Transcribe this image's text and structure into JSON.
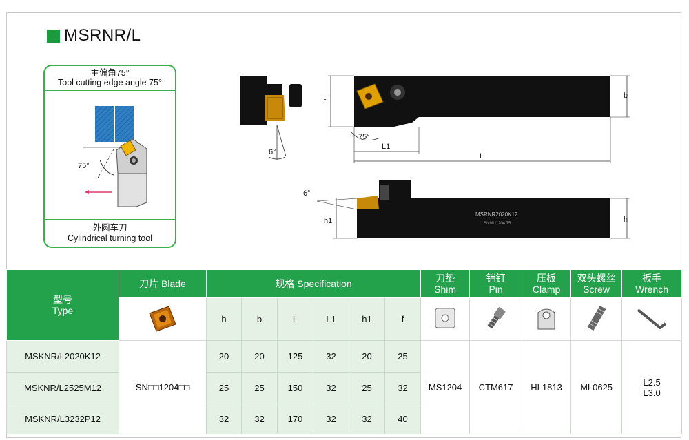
{
  "title": "MSRNR/L",
  "angle_card": {
    "top_cn": "主偏角75°",
    "top_en": "Tool cutting edge angle 75°",
    "angle_label": "75°",
    "bottom_cn": "外圆车刀",
    "bottom_en": "Cylindrical turning tool"
  },
  "drawing": {
    "angle_6_top": "6°",
    "angle_75": "75°",
    "f": "f",
    "b": "b",
    "L1": "L1",
    "L": "L",
    "angle_6_side": "6°",
    "h1": "h1",
    "h": "h",
    "engraving_main": "MSRNR2020K12",
    "engraving_sub": "SNMU1204 75"
  },
  "table": {
    "header": {
      "type_cn": "型号",
      "type_en": "Type",
      "blade": "刀片 Blade",
      "spec": "规格 Specification",
      "shim_cn": "刀垫",
      "shim_en": "Shim",
      "pin_cn": "销钉",
      "pin_en": "Pin",
      "clamp_cn": "压板",
      "clamp_en": "Clamp",
      "screw_cn": "双头螺丝",
      "screw_en": "Screw",
      "wrench_cn": "扳手",
      "wrench_en": "Wrench"
    },
    "spec_cols": [
      "h",
      "b",
      "L",
      "L1",
      "h1",
      "f"
    ],
    "rows": [
      {
        "type": "MSKNR/L2020K12",
        "vals": [
          "20",
          "20",
          "125",
          "32",
          "20",
          "25"
        ]
      },
      {
        "type": "MSKNR/L2525M12",
        "vals": [
          "25",
          "25",
          "150",
          "32",
          "25",
          "32"
        ]
      },
      {
        "type": "MSKNR/L3232P12",
        "vals": [
          "32",
          "32",
          "170",
          "32",
          "32",
          "40"
        ]
      }
    ],
    "blade_code": "SN□□1204□□",
    "shim": "MS1204",
    "pin": "CTM617",
    "clamp": "HL1813",
    "screw": "ML0625",
    "wrench_1": "L2.5",
    "wrench_2": "L3.0"
  }
}
